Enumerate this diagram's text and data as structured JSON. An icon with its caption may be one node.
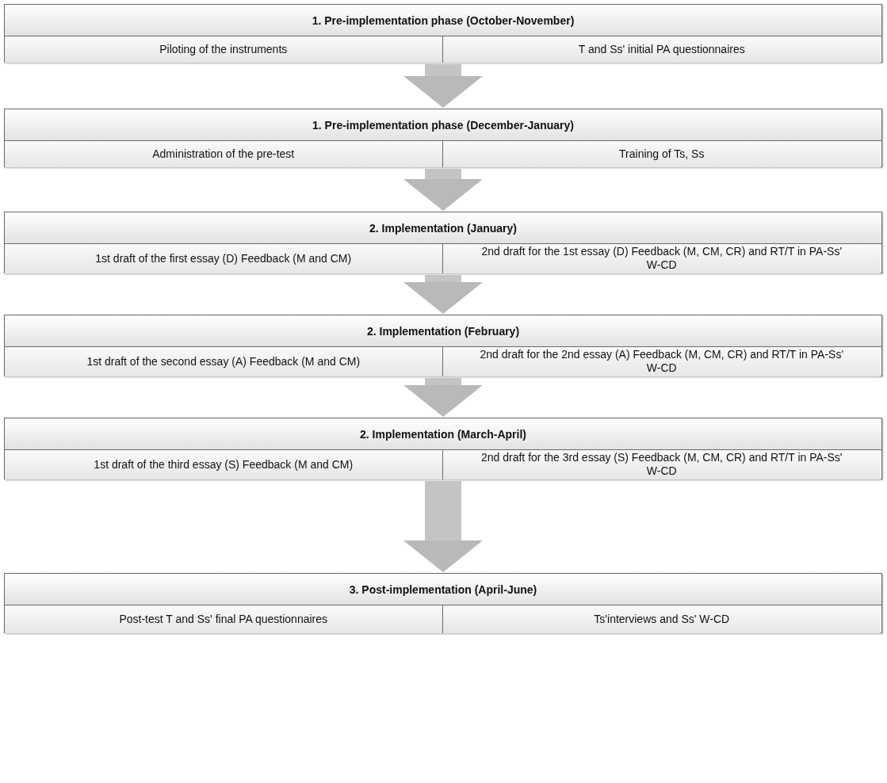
{
  "diagram": {
    "nodes": [
      {
        "text": [
          "1. Pre-implementation phase (October-November)"
        ]
      },
      {
        "text": [
          "Piloting of the instruments"
        ],
        "in": 0
      },
      {
        "text": [
          "T and Ss' initial PA questionnaires"
        ],
        "in": 0
      },
      {
        "text": [
          "1. Pre-implementation phase (December-January)"
        ]
      },
      {
        "text": [
          "Administration of the pre-test"
        ],
        "in": 3
      },
      {
        "text": [
          "Training of Ts, Ss"
        ],
        "in": 3
      },
      {
        "text": [
          "2. Implementation (January)"
        ]
      },
      {
        "text": [
          "1st draft of the first essay (D) Feedback (M and CM)"
        ],
        "in": 6
      },
      {
        "text": [
          "2nd draft for the 1st essay (D) Feedback (M, CM, CR) and RT/T in PA-Ss' W-CD"
        ],
        "in": 6
      },
      {
        "text": [
          "2. Implementation (February)"
        ]
      },
      {
        "text": [
          "1st draft of the second essay (A) Feedback (M and CM)"
        ],
        "in": 9
      },
      {
        "text": [
          "2nd draft for the 2nd essay (A) Feedback (M, CM, CR) and RT/T in PA-Ss' W-CD"
        ],
        "in": 9
      },
      {
        "text": [
          "2. Implementation (March-April)"
        ]
      },
      {
        "text": [
          "1st draft of the third essay (S) Feedback (M and CM)"
        ],
        "in": 12
      },
      {
        "text": [
          "2nd draft for the 3rd essay (S) Feedback (M, CM, CR) and RT/T in PA-Ss' W-CD"
        ],
        "in": 12
      },
      {
        "text": [
          "3. Post-implementation (April-June)"
        ]
      },
      {
        "text": [
          "Post-test T and Ss' final PA questionnaires"
        ],
        "in": 15
      },
      {
        "text": [
          "Ts'interviews and Ss' W-CD"
        ],
        "in": 15
      }
    ],
    "edges": [
      {
        "from": 0,
        "to": 3,
        "arrow": "to"
      },
      {
        "from": 3,
        "to": 6,
        "arrow": "to"
      },
      {
        "from": 6,
        "to": 9,
        "arrow": "to"
      },
      {
        "from": 9,
        "to": 12,
        "arrow": "to"
      },
      {
        "from": 12,
        "to": 15,
        "arrow": "to"
      }
    ]
  }
}
